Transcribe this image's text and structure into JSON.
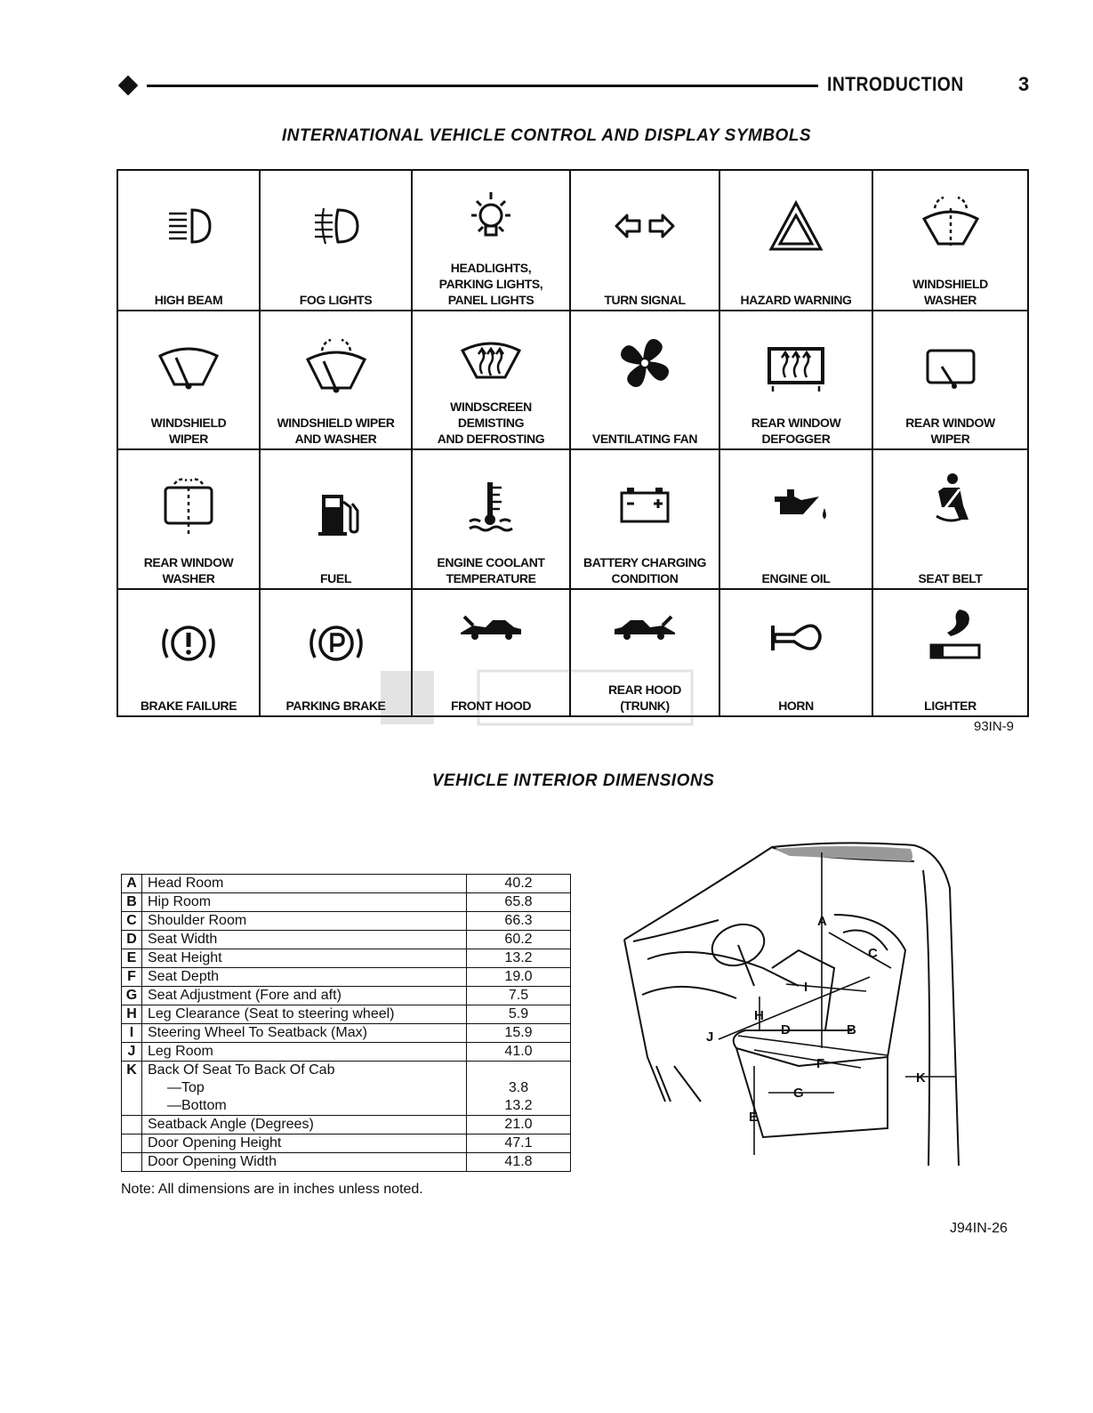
{
  "header": {
    "section": "INTRODUCTION",
    "page_number": "3"
  },
  "symbols_section": {
    "title": "INTERNATIONAL VEHICLE CONTROL AND DISPLAY SYMBOLS",
    "figure_id": "93IN-9",
    "items": [
      {
        "label": "HIGH BEAM",
        "icon": "high-beam-icon"
      },
      {
        "label": "FOG LIGHTS",
        "icon": "fog-lights-icon"
      },
      {
        "label": "HEADLIGHTS,\nPARKING LIGHTS,\nPANEL LIGHTS",
        "icon": "headlights-icon"
      },
      {
        "label": "TURN SIGNAL",
        "icon": "turn-signal-icon"
      },
      {
        "label": "HAZARD WARNING",
        "icon": "hazard-warning-icon"
      },
      {
        "label": "WINDSHIELD\nWASHER",
        "icon": "windshield-washer-icon"
      },
      {
        "label": "WINDSHIELD\nWIPER",
        "icon": "windshield-wiper-icon"
      },
      {
        "label": "WINDSHIELD WIPER\nAND WASHER",
        "icon": "wiper-and-washer-icon"
      },
      {
        "label": "WINDSCREEN\nDEMISTING\nAND DEFROSTING",
        "icon": "defrost-icon"
      },
      {
        "label": "VENTILATING FAN",
        "icon": "fan-icon"
      },
      {
        "label": "REAR WINDOW\nDEFOGGER",
        "icon": "rear-defogger-icon"
      },
      {
        "label": "REAR WINDOW\nWIPER",
        "icon": "rear-wiper-icon"
      },
      {
        "label": "REAR WINDOW\nWASHER",
        "icon": "rear-washer-icon"
      },
      {
        "label": "FUEL",
        "icon": "fuel-pump-icon"
      },
      {
        "label": "ENGINE COOLANT\nTEMPERATURE",
        "icon": "coolant-temperature-icon"
      },
      {
        "label": "BATTERY CHARGING\nCONDITION",
        "icon": "battery-icon"
      },
      {
        "label": "ENGINE OIL",
        "icon": "oil-can-icon"
      },
      {
        "label": "SEAT BELT",
        "icon": "seat-belt-icon"
      },
      {
        "label": "BRAKE FAILURE",
        "icon": "brake-failure-icon"
      },
      {
        "label": "PARKING BRAKE",
        "icon": "parking-brake-icon"
      },
      {
        "label": "FRONT HOOD",
        "icon": "front-hood-icon"
      },
      {
        "label": "REAR HOOD\n(TRUNK)",
        "icon": "rear-hood-icon"
      },
      {
        "label": "HORN",
        "icon": "horn-icon"
      },
      {
        "label": "LIGHTER",
        "icon": "lighter-icon"
      }
    ]
  },
  "dimensions_section": {
    "title": "VEHICLE INTERIOR DIMENSIONS",
    "rows": [
      {
        "key": "A",
        "name": "Head Room",
        "value": "40.2"
      },
      {
        "key": "B",
        "name": "Hip Room",
        "value": "65.8"
      },
      {
        "key": "C",
        "name": "Shoulder Room",
        "value": "66.3"
      },
      {
        "key": "D",
        "name": "Seat Width",
        "value": "60.2"
      },
      {
        "key": "E",
        "name": "Seat Height",
        "value": "13.2"
      },
      {
        "key": "F",
        "name": "Seat Depth",
        "value": "19.0"
      },
      {
        "key": "G",
        "name": "Seat Adjustment (Fore and aft)",
        "value": "7.5"
      },
      {
        "key": "H",
        "name": "Leg Clearance (Seat to steering wheel)",
        "value": "5.9"
      },
      {
        "key": "I",
        "name": "Steering Wheel To Seatback (Max)",
        "value": "15.9"
      },
      {
        "key": "J",
        "name": "Leg Room",
        "value": "41.0"
      }
    ],
    "row_k": {
      "key": "K",
      "name": "Back Of Seat To Back Of Cab",
      "top_label": "—Top",
      "top_value": "3.8",
      "bottom_label": "—Bottom",
      "bottom_value": "13.2"
    },
    "extra_rows": [
      {
        "key": "",
        "name": "Seatback Angle (Degrees)",
        "value": "21.0"
      },
      {
        "key": "",
        "name": "Door Opening Height",
        "value": "47.1"
      },
      {
        "key": "",
        "name": "Door Opening Width",
        "value": "41.8"
      }
    ],
    "note": "Note: All dimensions are in inches unless noted.",
    "figure_id": "J94IN-26",
    "diagram_letters": [
      "A",
      "B",
      "C",
      "D",
      "E",
      "F",
      "G",
      "H",
      "I",
      "J",
      "K"
    ]
  }
}
